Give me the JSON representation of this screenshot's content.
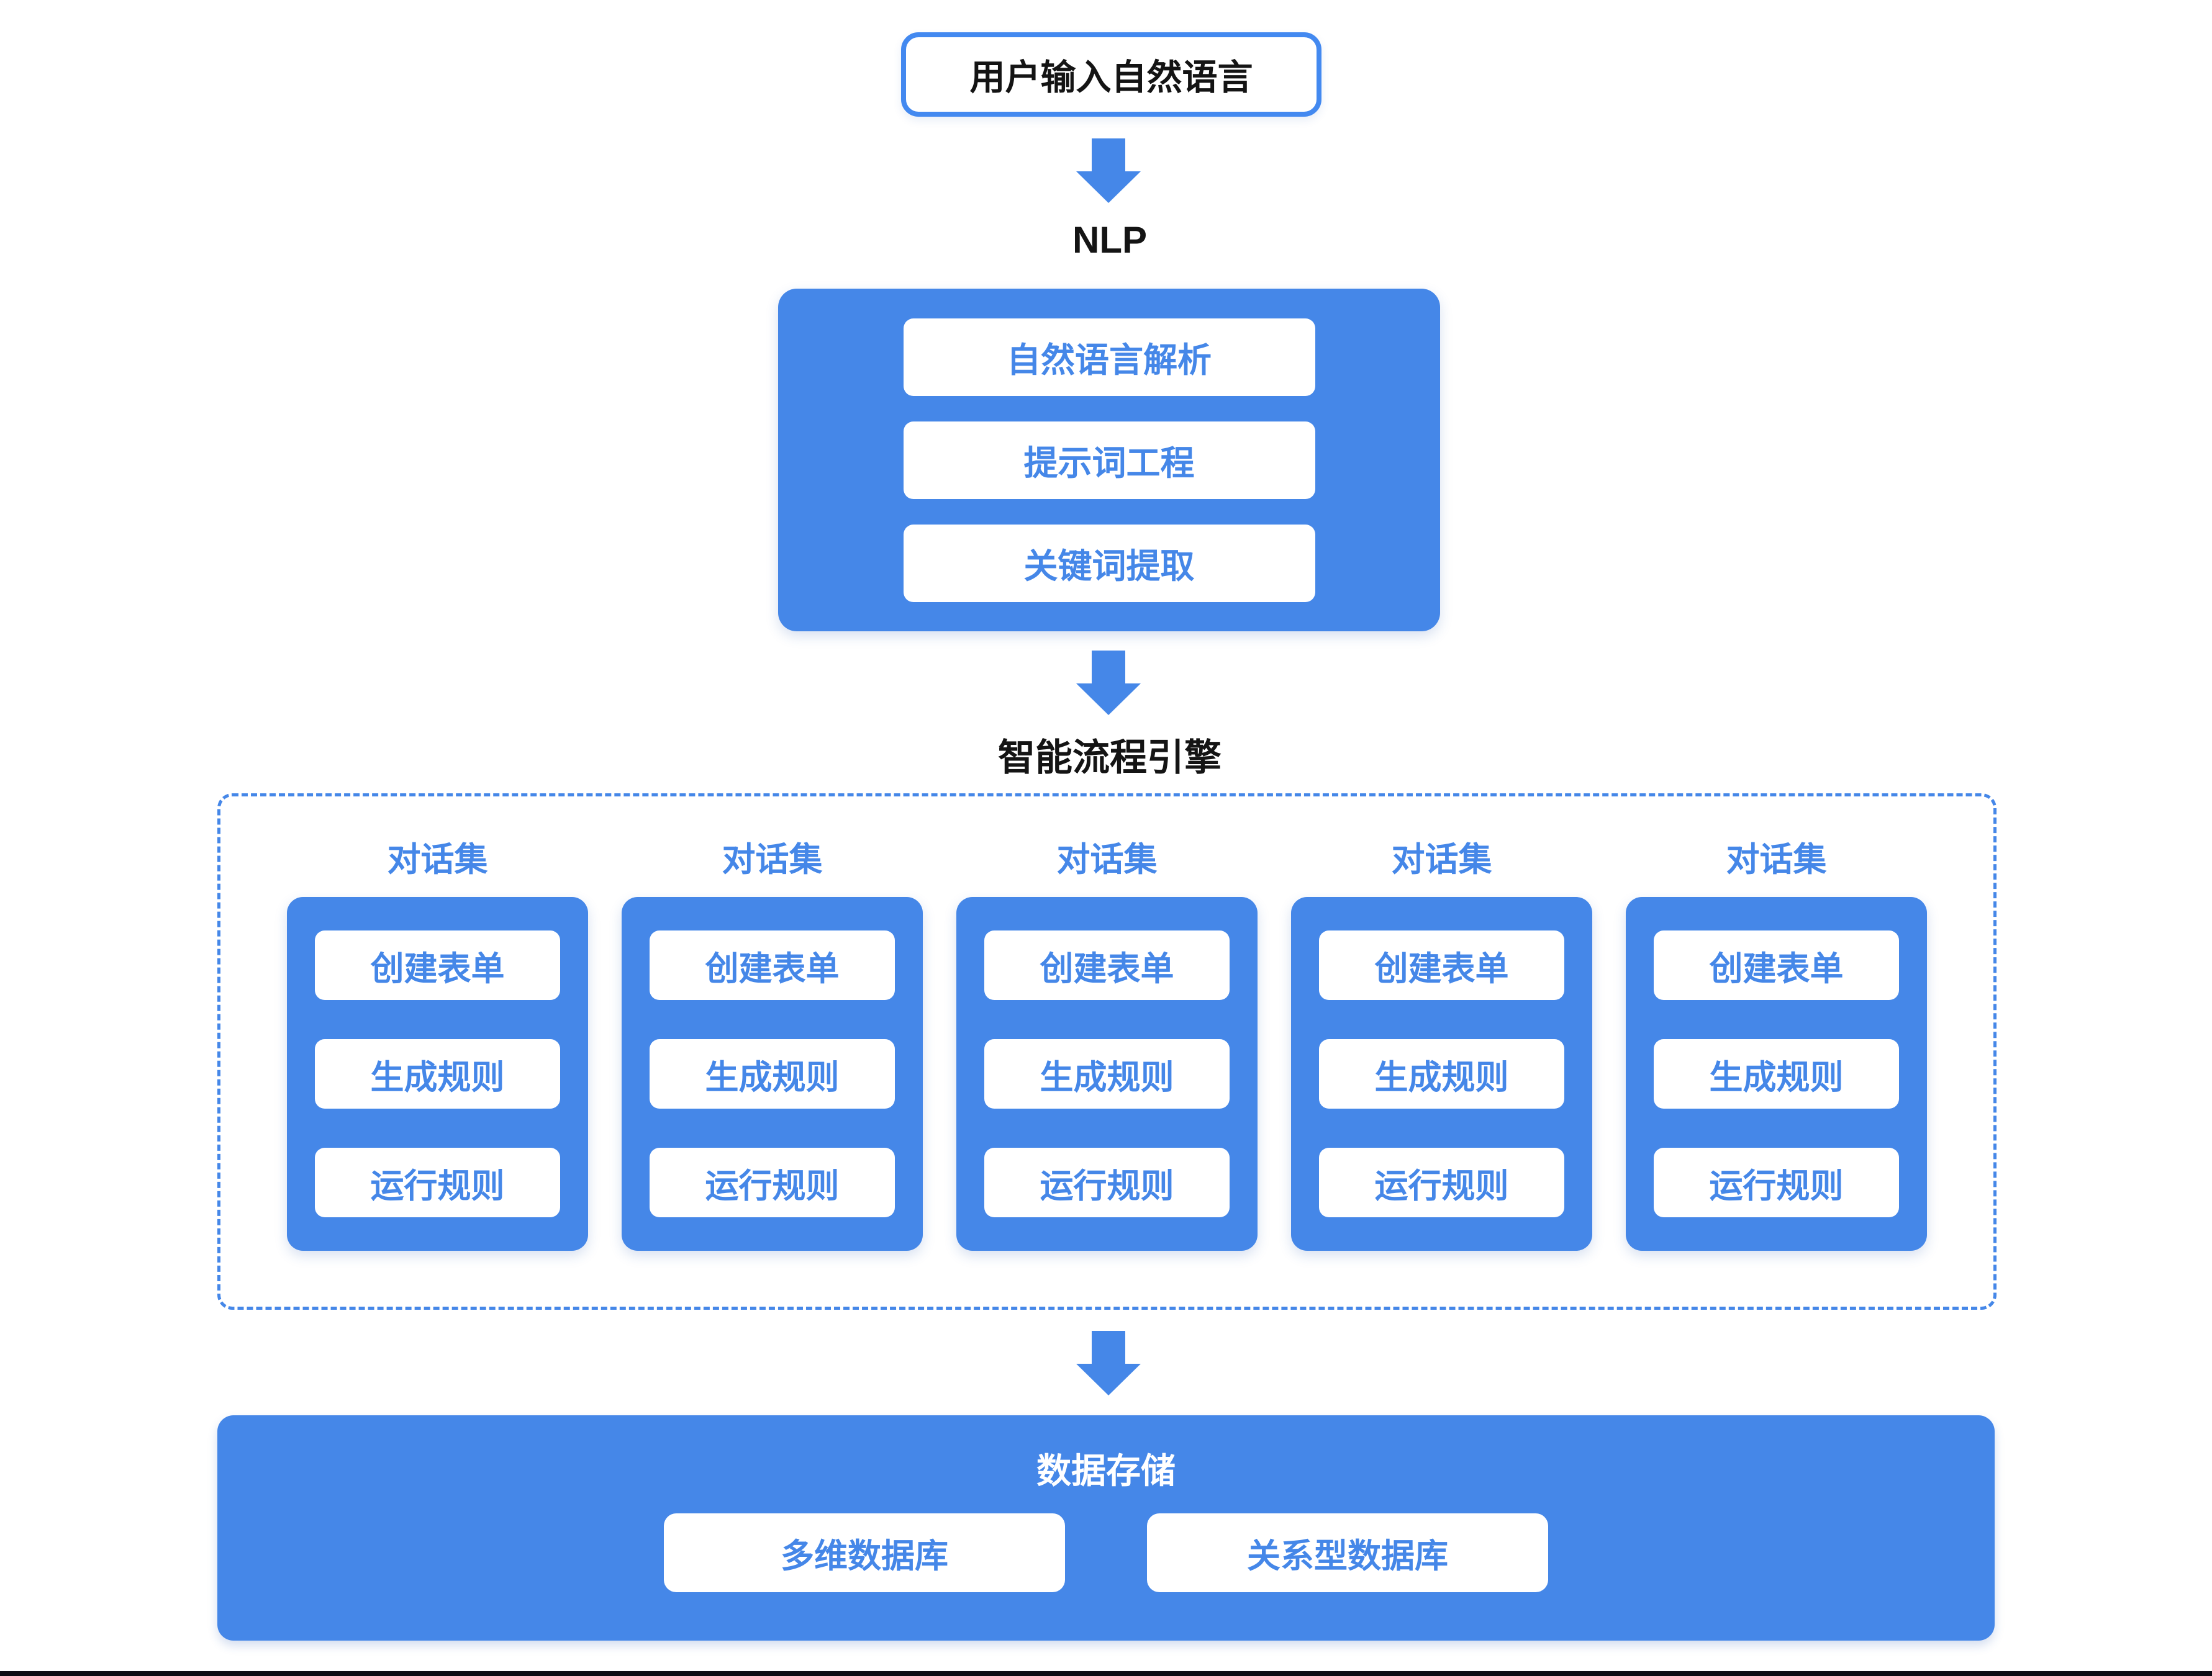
{
  "colors": {
    "primary_blue": "#4587e8",
    "border_blue": "#4389f0",
    "text_black": "#141414",
    "white": "#ffffff",
    "bottom_edge": "#0d0d15"
  },
  "input_box": {
    "label": "用户输入自然语言"
  },
  "nlp": {
    "title": "NLP",
    "steps": [
      "自然语言解析",
      "提示词工程",
      "关键词提取"
    ]
  },
  "engine": {
    "title": "智能流程引擎",
    "groups": [
      {
        "label": "对话集",
        "steps": [
          "创建表单",
          "生成规则",
          "运行规则"
        ]
      },
      {
        "label": "对话集",
        "steps": [
          "创建表单",
          "生成规则",
          "运行规则"
        ]
      },
      {
        "label": "对话集",
        "steps": [
          "创建表单",
          "生成规则",
          "运行规则"
        ]
      },
      {
        "label": "对话集",
        "steps": [
          "创建表单",
          "生成规则",
          "运行规则"
        ]
      },
      {
        "label": "对话集",
        "steps": [
          "创建表单",
          "生成规则",
          "运行规则"
        ]
      }
    ]
  },
  "storage": {
    "title": "数据存储",
    "databases": [
      "多维数据库",
      "关系型数据库"
    ]
  }
}
